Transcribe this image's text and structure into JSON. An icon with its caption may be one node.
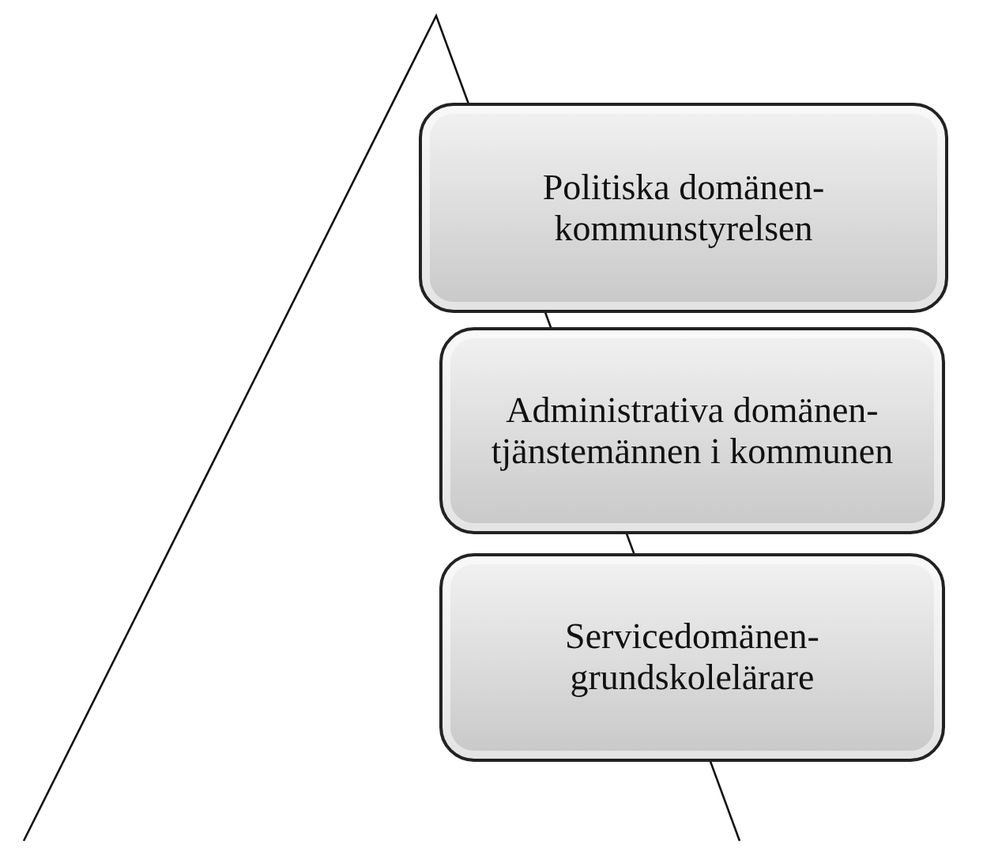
{
  "diagram": {
    "nodes": [
      {
        "text": [
          "Politiska domänen-kommunstyrelsen"
        ]
      },
      {
        "text": [
          "Administrativa domänen-tjänstemännen i kommunen"
        ]
      },
      {
        "text": [
          "Servicedomänen-grundskolelärare"
        ]
      }
    ]
  }
}
